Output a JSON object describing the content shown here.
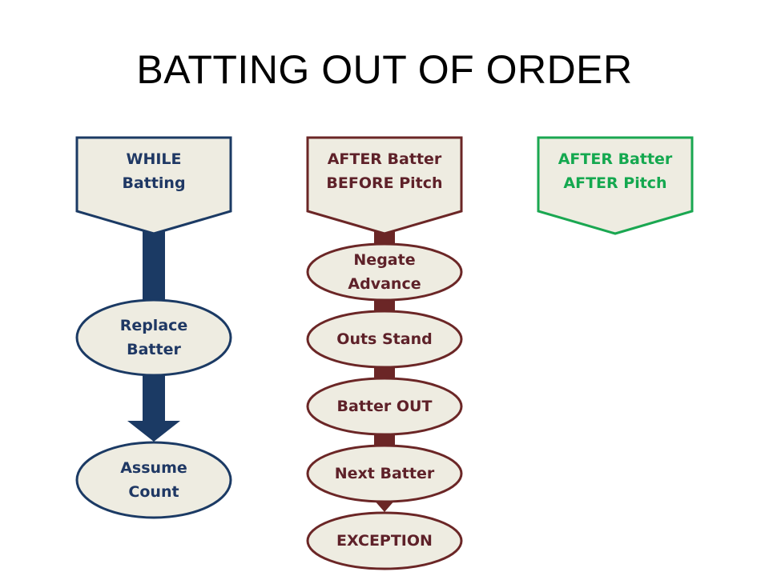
{
  "title": "BATTING OUT OF ORDER",
  "colors": {
    "navy": "#1b3a64",
    "maroon": "#6b2626",
    "green": "#1aa751",
    "fill": "#eeece1"
  },
  "columns": [
    {
      "header": "WHILE\nBatting",
      "nodes": [
        "Replace\nBatter",
        "Assume\nCount"
      ]
    },
    {
      "header": "AFTER Batter\nBEFORE Pitch",
      "nodes": [
        "Negate\nAdvance",
        "Outs Stand",
        "Batter OUT",
        "Next Batter",
        "EXCEPTION"
      ]
    },
    {
      "header": "AFTER Batter\nAFTER Pitch",
      "nodes": []
    }
  ]
}
